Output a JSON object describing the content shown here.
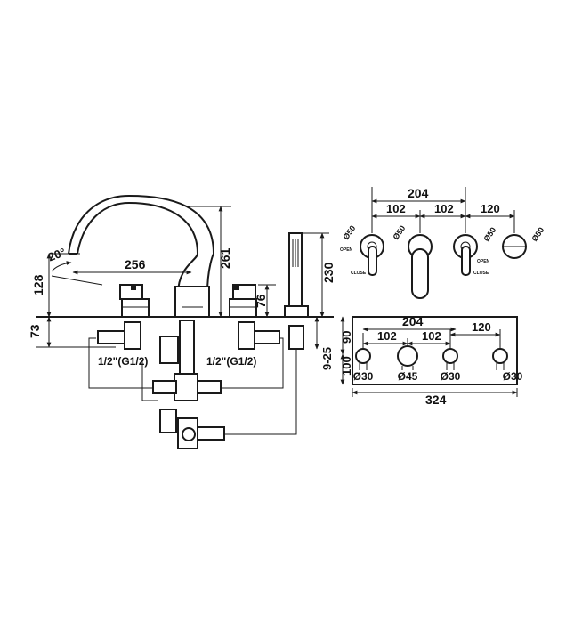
{
  "dims": {
    "angle": "20°",
    "spout_reach": "256",
    "spout_height": "261",
    "spout_drop": "128",
    "handle_height": "76",
    "hand_shower_height": "230",
    "deck_height": "73",
    "deck_thickness": "9-25",
    "inlet_left": "1/2\"(G1/2)",
    "inlet_right": "1/2\"(G1/2)"
  },
  "plan_top": {
    "overall": "204",
    "left_span": "102",
    "right_span": "102",
    "shower_span": "120",
    "dia_1": "Ø50",
    "dia_2": "Ø50",
    "dia_3": "Ø50",
    "dia_4": "Ø50",
    "open_left": "OPEN",
    "close_left": "CLOSE",
    "open_right": "OPEN",
    "close_right": "CLOSE"
  },
  "plan_bottom": {
    "overall": "204",
    "left_span": "102",
    "right_span": "102",
    "shower_span": "120",
    "height_a": "90",
    "height_b": "100",
    "hole_1": "Ø30",
    "hole_2": "Ø45",
    "hole_3": "Ø30",
    "hole_4": "Ø30",
    "total_width": "324"
  }
}
